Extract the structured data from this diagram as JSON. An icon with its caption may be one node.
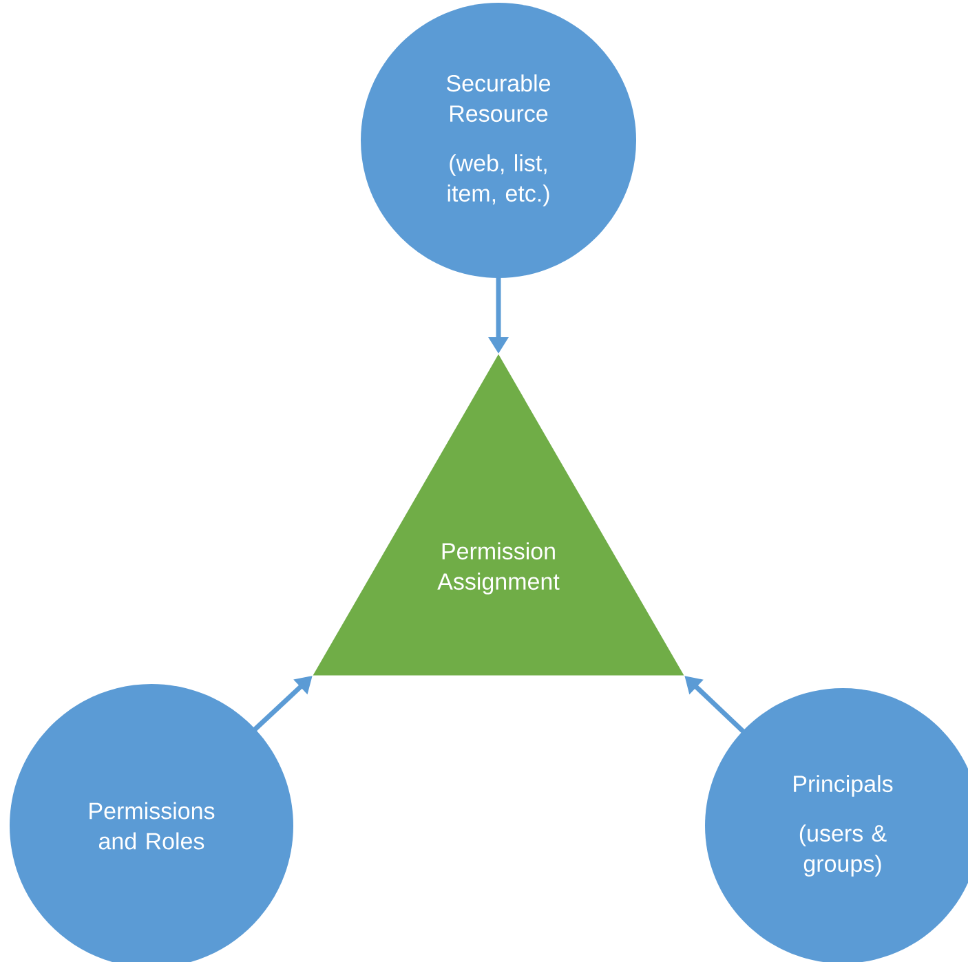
{
  "diagram": {
    "nodes": [
      {
        "text": [
          "Securable Resource",
          "(web, list, item, etc.)"
        ]
      },
      {
        "text": [
          "Permission Assignment"
        ]
      },
      {
        "text": [
          "Permissions and Roles"
        ]
      },
      {
        "text": [
          "Principals",
          "(users & groups)"
        ]
      }
    ],
    "edges": [
      {
        "from": 0,
        "to": 1,
        "arrow": "to"
      },
      {
        "from": 2,
        "to": 1,
        "arrow": "to"
      },
      {
        "from": 3,
        "to": 1,
        "arrow": "to"
      }
    ]
  }
}
